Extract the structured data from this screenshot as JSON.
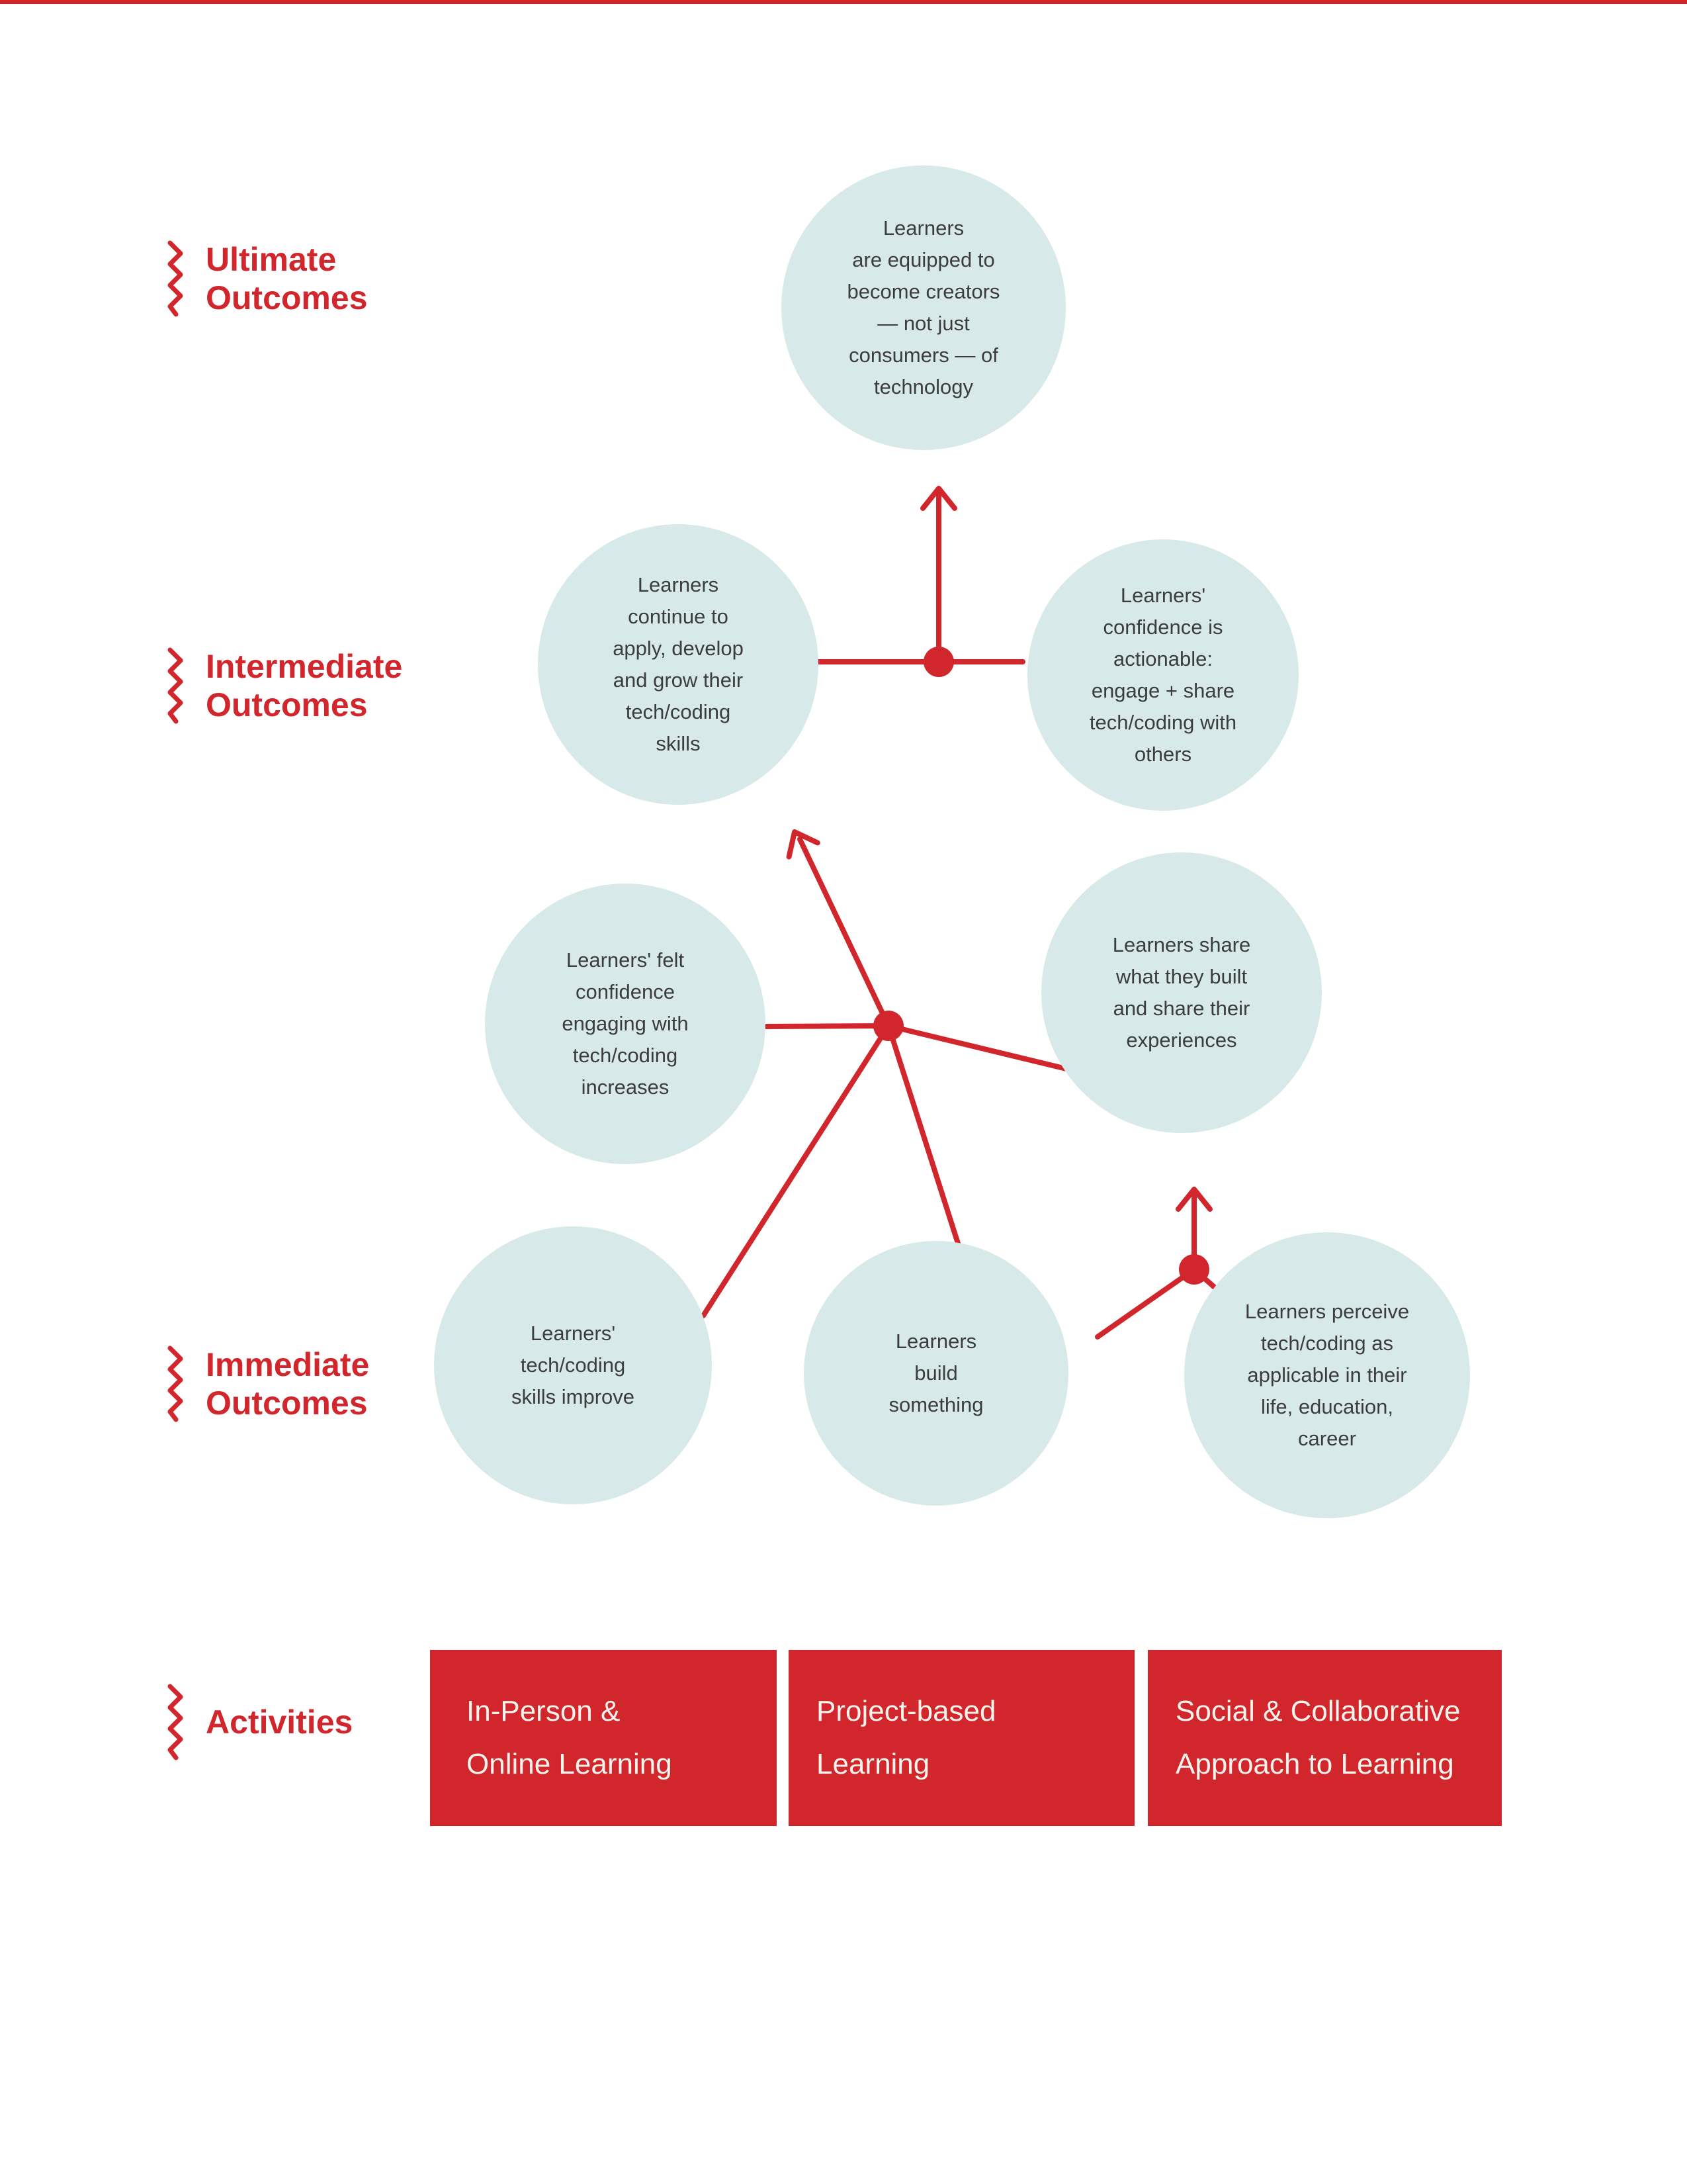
{
  "colors": {
    "accent_red": "#d2262d",
    "circle_fill": "#d7eae9",
    "circle_text": "#3c3c3c",
    "box_text": "#f6f2ec"
  },
  "labels": {
    "ultimate": "Ultimate\nOutcomes",
    "intermediate": "Intermediate\nOutcomes",
    "immediate": "Immediate\nOutcomes",
    "activities": "Activities"
  },
  "circles": {
    "ultimate": "Learners\nare equipped to\nbecome creators\n— not just\nconsumers — of\ntechnology",
    "apply_grow": "Learners\ncontinue to\napply, develop\nand grow their\ntech/coding\nskills",
    "confidence_actionable": "Learners'\nconfidence is\nactionable:\nengage + share\ntech/coding with\nothers",
    "felt_confidence": "Learners' felt\nconfidence\nengaging with\ntech/coding\nincreases",
    "share_built": "Learners share\nwhat they built\nand share their\nexperiences",
    "skills_improve": "Learners'\ntech/coding\nskills improve",
    "build_something": "Learners\nbuild\nsomething",
    "perceive_applicable": "Learners perceive\ntech/coding as\napplicable in their\nlife, education,\ncareer"
  },
  "activities": {
    "box1": "In-Person &\nOnline Learning",
    "box2": "Project-based\nLearning",
    "box3": "Social & Collaborative\nApproach to Learning"
  }
}
